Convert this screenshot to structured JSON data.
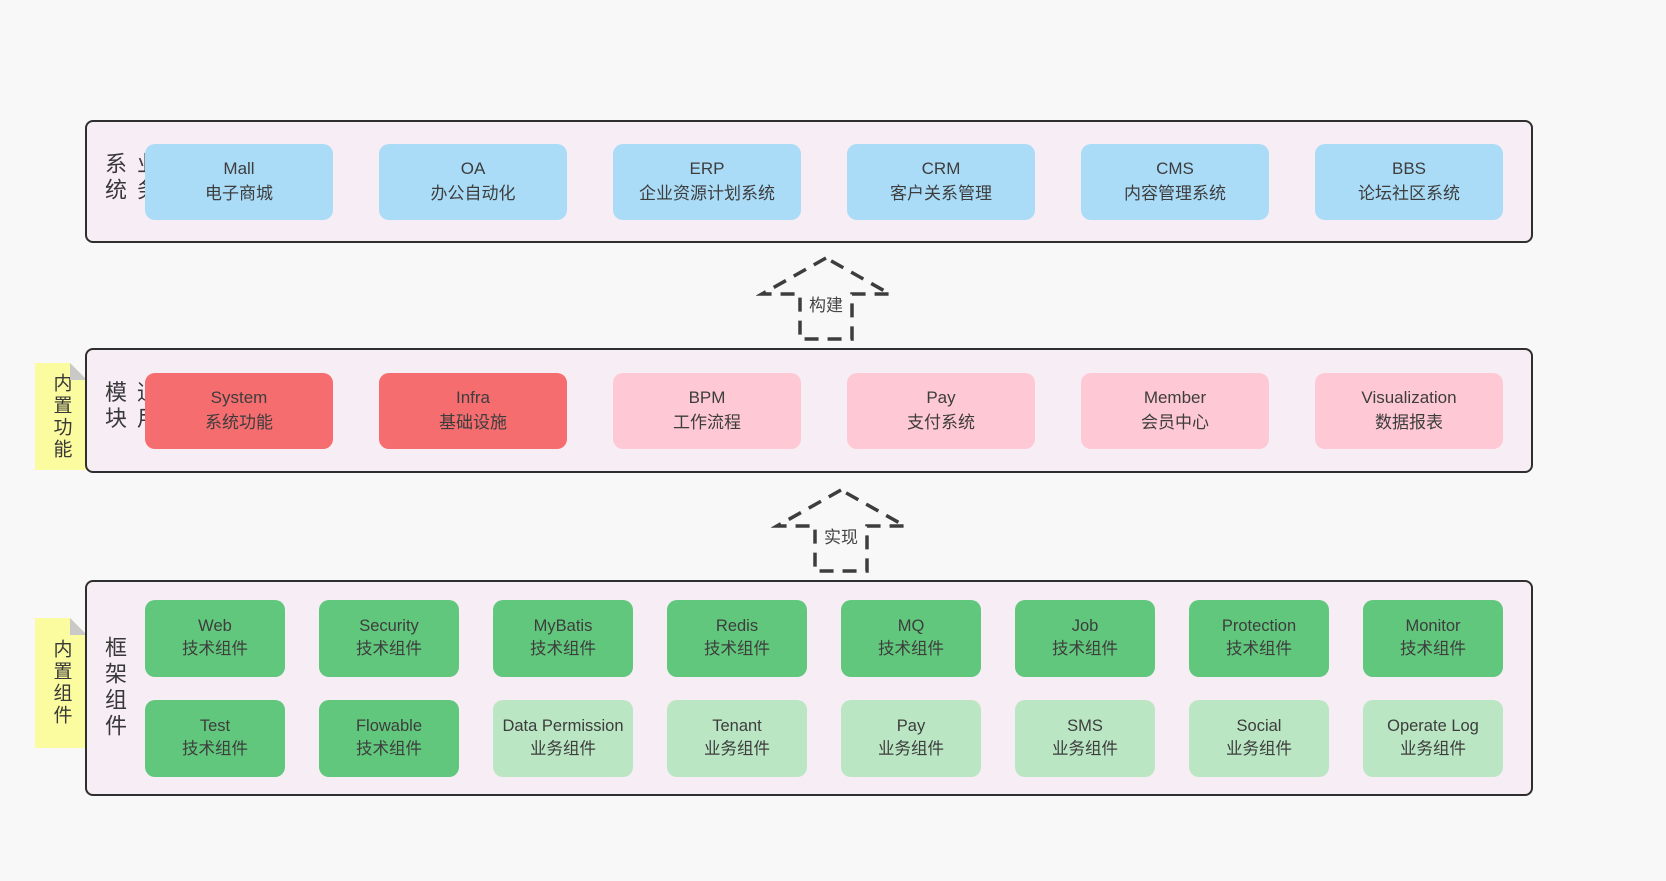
{
  "colors": {
    "page": "#f8f8f8",
    "panel": "#f7edf5",
    "border": "#2f2f2f",
    "blue": "#aadcf7",
    "red": "#f66d70",
    "pink": "#fec9d4",
    "green_dark": "#61c77c",
    "green_light": "#bae6c4",
    "yellow": "#fbfb9f",
    "fold": "#c9c9c9",
    "text": "#3d3d3d",
    "arrow": "#3d3d3d"
  },
  "arrows": [
    {
      "label": "构建"
    },
    {
      "label": "实现"
    }
  ],
  "layers": [
    {
      "id": "business-systems",
      "label": "业务系统",
      "tab": null,
      "rows": [
        [
          {
            "id": "mall",
            "en": "Mall",
            "zh": "电子商城",
            "variant": "blue"
          },
          {
            "id": "oa",
            "en": "OA",
            "zh": "办公自动化",
            "variant": "blue"
          },
          {
            "id": "erp",
            "en": "ERP",
            "zh": "企业资源计划系统",
            "variant": "blue"
          },
          {
            "id": "crm",
            "en": "CRM",
            "zh": "客户关系管理",
            "variant": "blue"
          },
          {
            "id": "cms",
            "en": "CMS",
            "zh": "内容管理系统",
            "variant": "blue"
          },
          {
            "id": "bbs",
            "en": "BBS",
            "zh": "论坛社区系统",
            "variant": "blue"
          }
        ]
      ]
    },
    {
      "id": "common-modules",
      "label": "通用模块",
      "tab": "内置功能",
      "rows": [
        [
          {
            "id": "system",
            "en": "System",
            "zh": "系统功能",
            "variant": "red"
          },
          {
            "id": "infra",
            "en": "Infra",
            "zh": "基础设施",
            "variant": "red"
          },
          {
            "id": "bpm",
            "en": "BPM",
            "zh": "工作流程",
            "variant": "pink"
          },
          {
            "id": "pay-system",
            "en": "Pay",
            "zh": "支付系统",
            "variant": "pink"
          },
          {
            "id": "member",
            "en": "Member",
            "zh": "会员中心",
            "variant": "pink"
          },
          {
            "id": "visualization",
            "en": "Visualization",
            "zh": "数据报表",
            "variant": "pink"
          }
        ]
      ]
    },
    {
      "id": "framework-components",
      "label": "框架组件",
      "tab": "内置组件",
      "rows": [
        [
          {
            "id": "web",
            "en": "Web",
            "zh": "技术组件",
            "variant": "green"
          },
          {
            "id": "security",
            "en": "Security",
            "zh": "技术组件",
            "variant": "green"
          },
          {
            "id": "mybatis",
            "en": "MyBatis",
            "zh": "技术组件",
            "variant": "green"
          },
          {
            "id": "redis",
            "en": "Redis",
            "zh": "技术组件",
            "variant": "green"
          },
          {
            "id": "mq",
            "en": "MQ",
            "zh": "技术组件",
            "variant": "green"
          },
          {
            "id": "job",
            "en": "Job",
            "zh": "技术组件",
            "variant": "green"
          },
          {
            "id": "protection",
            "en": "Protection",
            "zh": "技术组件",
            "variant": "green"
          },
          {
            "id": "monitor",
            "en": "Monitor",
            "zh": "技术组件",
            "variant": "green"
          }
        ],
        [
          {
            "id": "test",
            "en": "Test",
            "zh": "技术组件",
            "variant": "green"
          },
          {
            "id": "flowable",
            "en": "Flowable",
            "zh": "技术组件",
            "variant": "green"
          },
          {
            "id": "data-permission",
            "en": "Data Permission",
            "zh": "业务组件",
            "variant": "lightgreen"
          },
          {
            "id": "tenant",
            "en": "Tenant",
            "zh": "业务组件",
            "variant": "lightgreen"
          },
          {
            "id": "pay-component",
            "en": "Pay",
            "zh": "业务组件",
            "variant": "lightgreen"
          },
          {
            "id": "sms",
            "en": "SMS",
            "zh": "业务组件",
            "variant": "lightgreen"
          },
          {
            "id": "social",
            "en": "Social",
            "zh": "业务组件",
            "variant": "lightgreen"
          },
          {
            "id": "operate-log",
            "en": "Operate Log",
            "zh": "业务组件",
            "variant": "lightgreen"
          }
        ]
      ]
    }
  ]
}
